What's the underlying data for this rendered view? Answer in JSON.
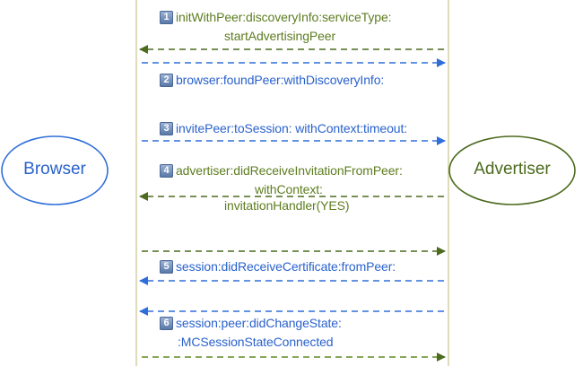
{
  "colors": {
    "green": "#4c6b1e",
    "green_text": "#5e7d20",
    "blue": "#2f6ed8",
    "blue_text": "#2a62cc",
    "divider": "#c7c48c"
  },
  "actors": {
    "browser": "Browser",
    "advertiser": "Advertiser"
  },
  "steps": [
    {
      "num": "1",
      "line1": "initWithPeer:discoveryInfo:serviceType:",
      "line2": "startAdvertisingPeer",
      "line3": ""
    },
    {
      "num": "2",
      "line1": "browser:foundPeer:withDiscoveryInfo:",
      "line2": "",
      "line3": ""
    },
    {
      "num": "3",
      "line1": "invitePeer:toSession: withContext:timeout:",
      "line2": "",
      "line3": ""
    },
    {
      "num": "4",
      "line1": "advertiser:didReceiveInvitationFromPeer:",
      "line2": "withContext:",
      "line3": "invitationHandler(YES)"
    },
    {
      "num": "5",
      "line1": "session:didReceiveCertificate:fromPeer:",
      "line2": "",
      "line3": ""
    },
    {
      "num": "6",
      "line1": "session:peer:didChangeState:",
      "line2": ":MCSessionStateConnected",
      "line3": ""
    }
  ]
}
